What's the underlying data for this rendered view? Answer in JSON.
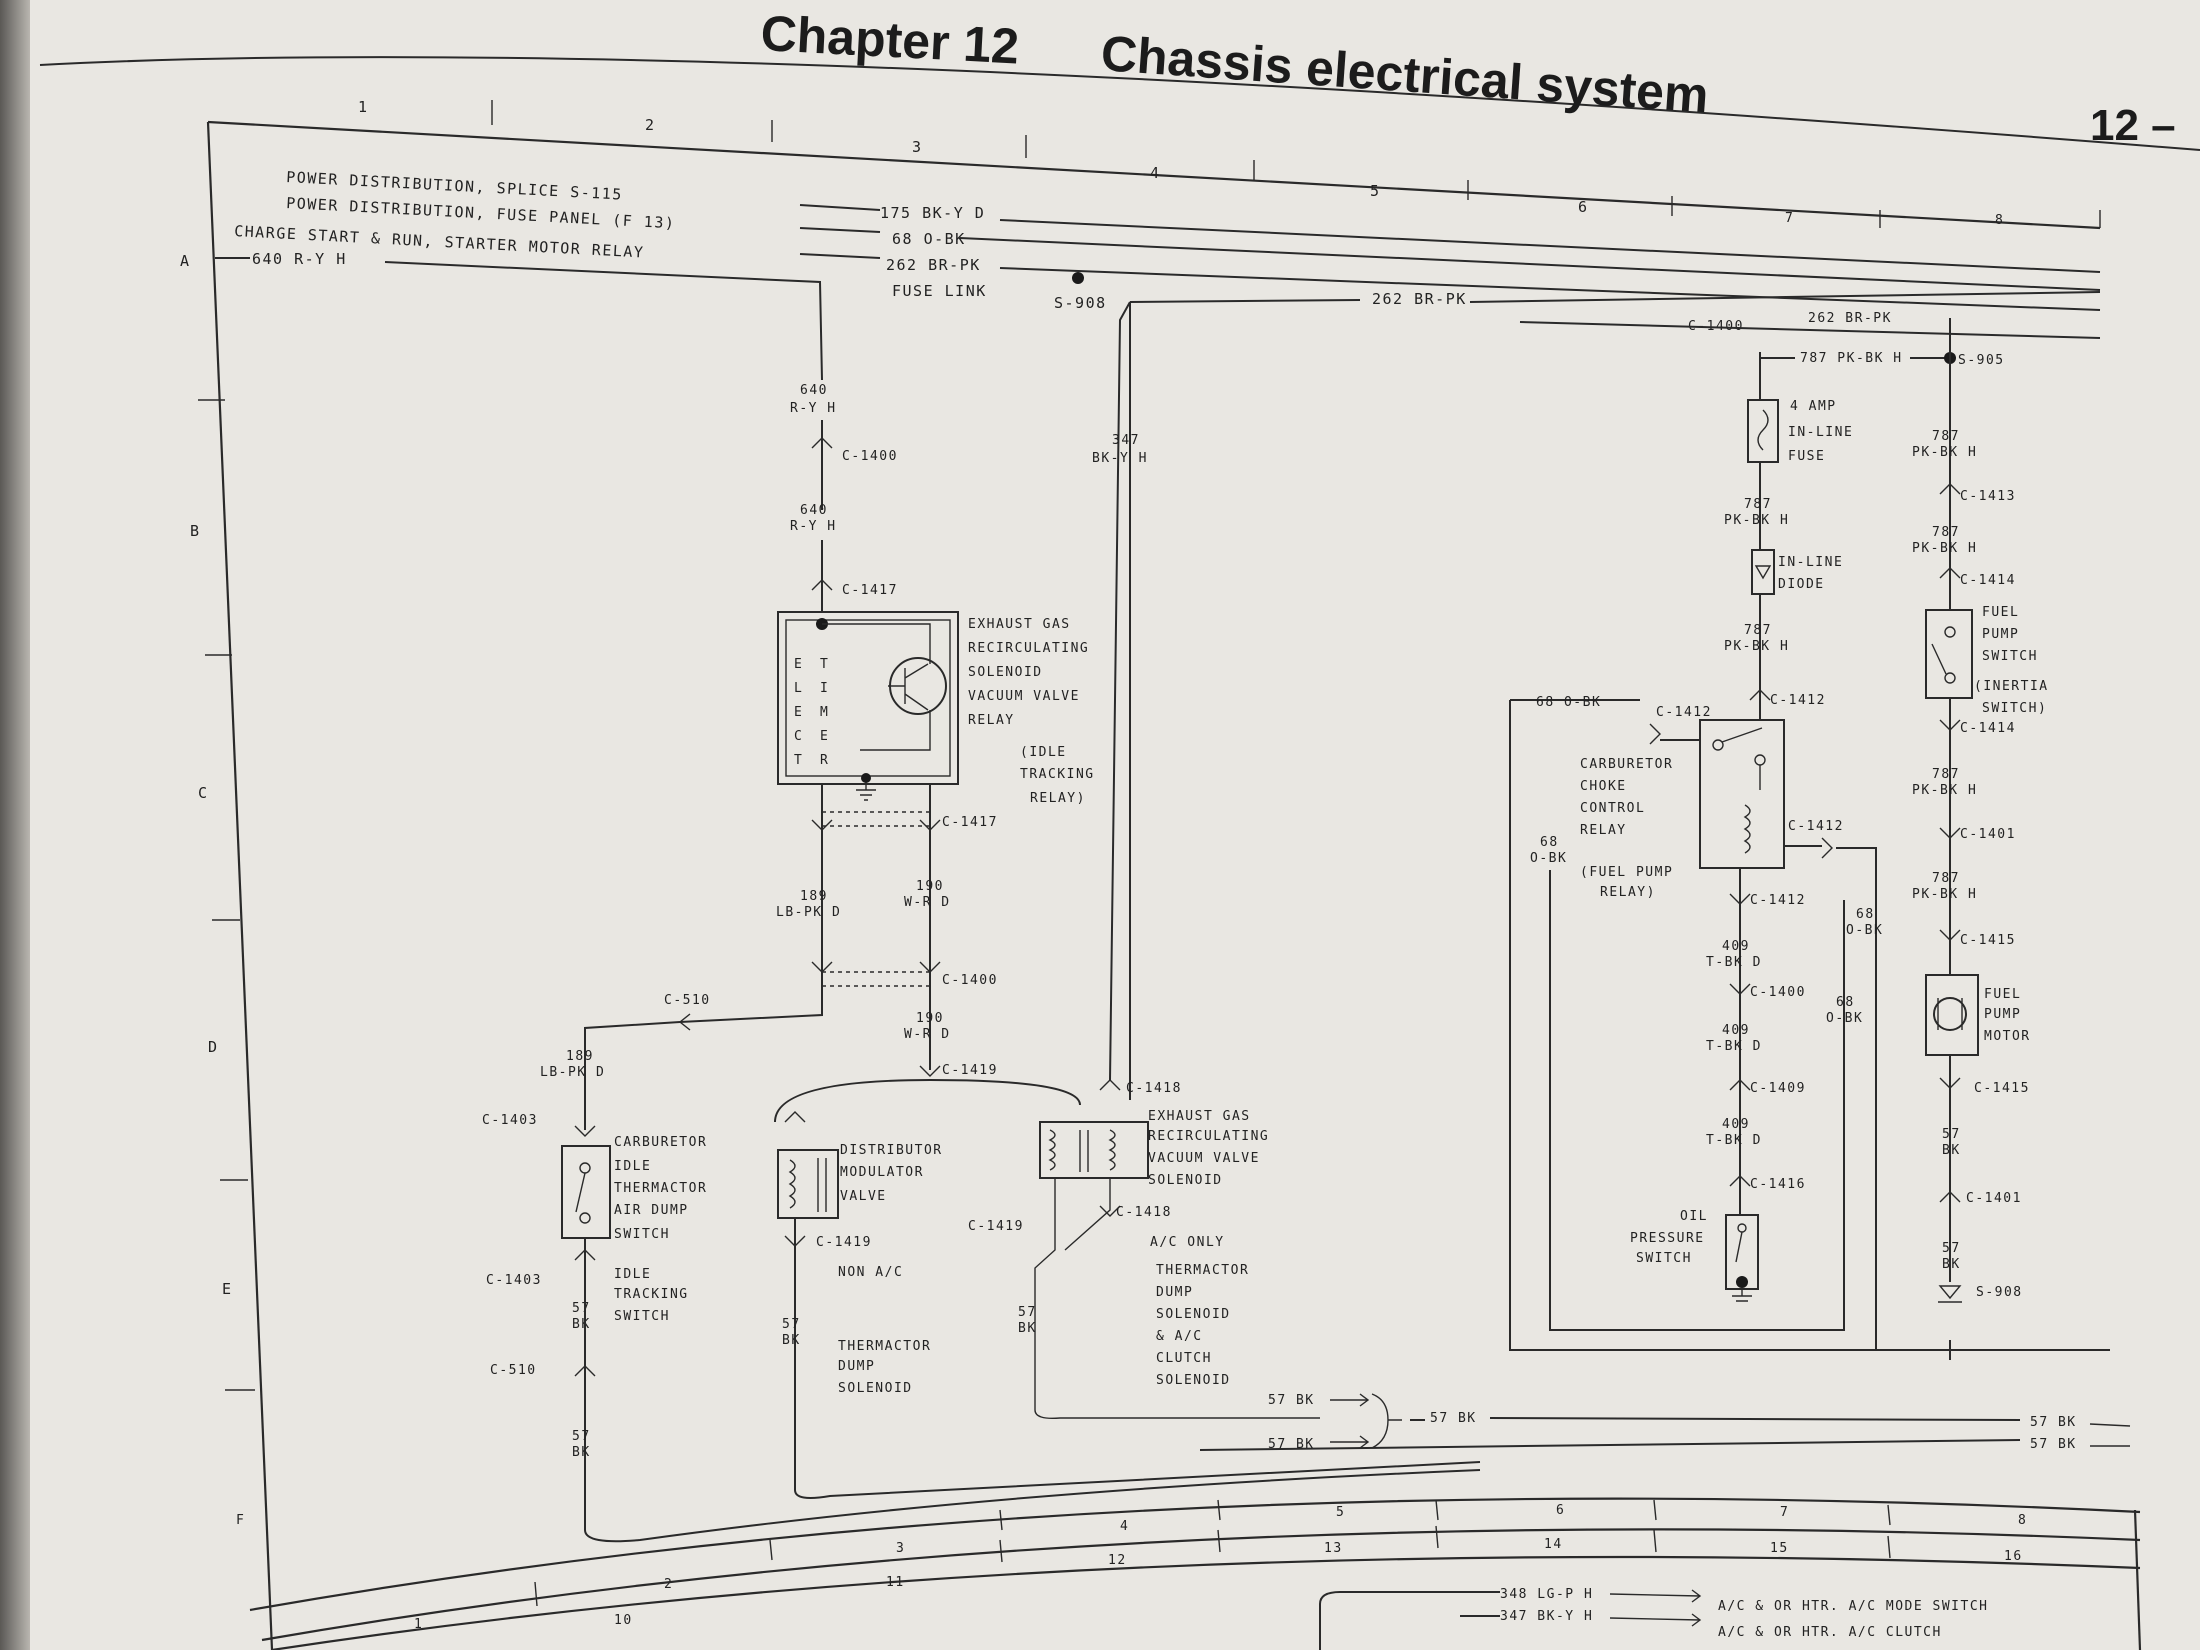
{
  "header": {
    "chapter": "Chapter 12",
    "section": "Chassis electrical system",
    "page_number": "12 –"
  },
  "grid": {
    "top_columns": [
      "1",
      "2",
      "3",
      "4",
      "5",
      "6",
      "7",
      "8"
    ],
    "bottom_columns_upper": [
      "3",
      "4",
      "5",
      "6",
      "7",
      "8"
    ],
    "bottom_columns_lower": [
      "1",
      "2",
      "10",
      "11",
      "12",
      "13",
      "14",
      "15",
      "16"
    ],
    "rows": [
      "A",
      "B",
      "C",
      "D",
      "E",
      "F"
    ]
  },
  "sources": {
    "splice": "POWER DISTRIBUTION, SPLICE S-115",
    "fuse_panel": "POWER DISTRIBUTION, FUSE PANEL (F 13)",
    "relay": "CHARGE START & RUN, STARTER MOTOR RELAY"
  },
  "wires": {
    "w175": "175 BK-Y D",
    "w68": "68 O-BK",
    "w262": "262 BR-PK",
    "fuse_link": "FUSE LINK",
    "w640a": "640 R-Y H",
    "s908": "S-908",
    "w262b": "262 BR-PK",
    "c1400_top": "C-1400",
    "w262c": "262 BR-PK",
    "w787_top": "787 PK-BK H",
    "s905": "S-905",
    "w640_num": "640",
    "w640_col": "R-Y H",
    "c1400_a": "C-1400",
    "w640b_num": "640",
    "w640b_col": "R-Y H",
    "c1417_a": "C-1417",
    "w347_num": "347",
    "w347_col": "BK-Y H",
    "c1417_b": "C-1417",
    "w189_num": "189",
    "w189_col": "LB-PK D",
    "w190_num": "190",
    "w190_col": "W-R D",
    "c1400_b": "C-1400",
    "c510_a": "C-510",
    "w190b_num": "190",
    "w190b_col": "W-R D",
    "c1419_a": "C-1419",
    "c1418_a": "C-1418",
    "w189b_num": "189",
    "w189b_col": "LB-PK D",
    "c1403_a": "C-1403",
    "c1403_b": "C-1403",
    "c1419_b": "C-1419",
    "c1419_c": "C-1419",
    "c1418_b": "C-1418",
    "c510_b": "C-510",
    "w57_a_num": "57",
    "w57_a_col": "BK",
    "w57_b_num": "57",
    "w57_b_col": "BK",
    "w57_c_num": "57",
    "w57_c_col": "BK",
    "w57_d_num": "57",
    "w57_d_col": "BK",
    "w57_e": "57 BK",
    "w57_f": "57 BK",
    "w57_g": "57 BK",
    "w57_h": "57 BK",
    "w57_i": "57 BK",
    "w68_left": "68 O-BK",
    "c1412_a": "C-1412",
    "c1412_b": "C-1412",
    "c1412_c": "C-1412",
    "c1412_d": "C-1412",
    "w68_v_num": "68",
    "w68_v_col": "O-BK",
    "w68_r_num": "68",
    "w68_r_col": "O-BK",
    "w68_r2_num": "68",
    "w68_r2_col": "O-BK",
    "w787_a_num": "787",
    "w787_a_col": "PK-BK H",
    "w787_b_num": "787",
    "w787_b_col": "PK-BK H",
    "w409_a_num": "409",
    "w409_a_col": "T-BK D",
    "c1400_c": "C-1400",
    "w409_b_num": "409",
    "w409_b_col": "T-BK D",
    "c1409": "C-1409",
    "w409_c_num": "409",
    "w409_c_col": "T-BK D",
    "c1416": "C-1416",
    "w787_c_num": "787",
    "w787_c_col": "PK-BK H",
    "c1413": "C-1413",
    "w787_d_num": "787",
    "w787_d_col": "PK-BK H",
    "c1414_a": "C-1414",
    "c1414_b": "C-1414",
    "w787_e_num": "787",
    "w787_e_col": "PK-BK H",
    "c1401_a": "C-1401",
    "w787_f_num": "787",
    "w787_f_col": "PK-BK H",
    "c1415_a": "C-1415",
    "c1415_b": "C-1415",
    "w57_j_num": "57",
    "w57_j_col": "BK",
    "c1401_b": "C-1401",
    "w57_k_num": "57",
    "w57_k_col": "BK",
    "s908_ground": "S-908",
    "w348": "348 LG-P H",
    "w347b": "347 BK-Y H"
  },
  "components": {
    "egr_relay": [
      "EXHAUST GAS",
      "RECIRCULATING",
      "SOLENOID",
      "VACUUM VALVE",
      "RELAY"
    ],
    "egr_relay_note": [
      "(IDLE",
      "TRACKING",
      "RELAY)"
    ],
    "electr_left": [
      "E",
      "L",
      "E",
      "C",
      "T"
    ],
    "electr_right": [
      "T",
      "I",
      "M",
      "E",
      "R"
    ],
    "carb_switch": [
      "CARBURETOR",
      "IDLE",
      "THERMACTOR",
      "AIR DUMP",
      "SWITCH"
    ],
    "idle_tracking": [
      "IDLE",
      "TRACKING",
      "SWITCH"
    ],
    "dist_valve": [
      "DISTRIBUTOR",
      "MODULATOR",
      "VALVE"
    ],
    "non_ac": "NON A/C",
    "thermactor_dump": [
      "THERMACTOR",
      "DUMP",
      "SOLENOID"
    ],
    "egr_solenoid": [
      "EXHAUST GAS",
      "RECIRCULATING",
      "VACUUM VALVE",
      "SOLENOID"
    ],
    "ac_only": "A/C ONLY",
    "thermactor_ac": [
      "THERMACTOR",
      "DUMP",
      "SOLENOID",
      "& A/C",
      "CLUTCH",
      "SOLENOID"
    ],
    "inline_fuse": [
      "4 AMP",
      "IN-LINE",
      "FUSE"
    ],
    "inline_diode": [
      "IN-LINE",
      "DIODE"
    ],
    "choke_relay": [
      "CARBURETOR",
      "CHOKE",
      "CONTROL",
      "RELAY"
    ],
    "fuel_pump_relay": [
      "(FUEL PUMP",
      "RELAY)"
    ],
    "oil_switch": [
      "OIL",
      "PRESSURE",
      "SWITCH"
    ],
    "fuel_pump_switch": [
      "FUEL",
      "PUMP",
      "SWITCH"
    ],
    "inertia": [
      "(INERTIA",
      "SWITCH)"
    ],
    "fuel_pump_motor": [
      "FUEL",
      "PUMP",
      "MOTOR"
    ]
  },
  "bottom_outputs": {
    "out1": "A/C & OR HTR. A/C MODE SWITCH",
    "out2": "A/C & OR HTR. A/C CLUTCH"
  }
}
